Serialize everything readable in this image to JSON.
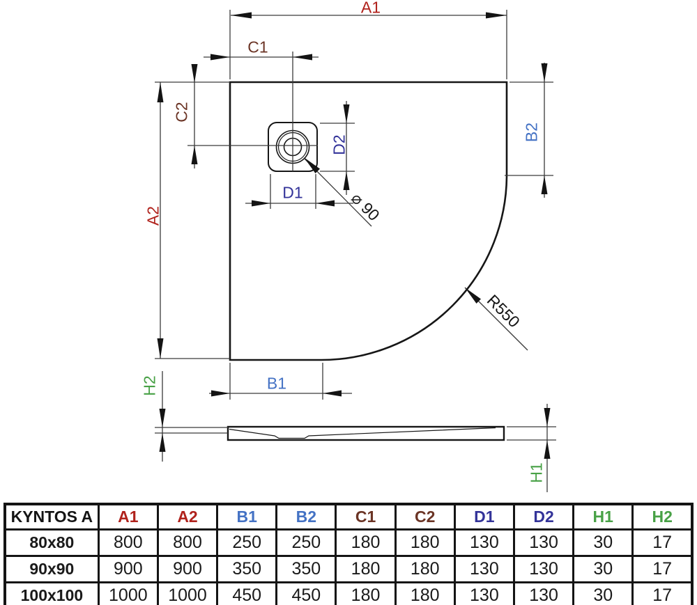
{
  "title": "KYNTOS A quadrant shower tray dimensional drawing",
  "colors": {
    "a": "#b0221c",
    "b": "#4472c4",
    "c": "#6b3425",
    "d": "#333399",
    "h": "#48a146",
    "black": "#141414"
  },
  "plan_labels": {
    "a1": "A1",
    "a2": "A2",
    "b1": "B1",
    "b2": "B2",
    "c1": "C1",
    "c2": "C2",
    "d1": "D1",
    "d2": "D2",
    "diameter": "⌀ 90",
    "radius": "R550"
  },
  "profile_labels": {
    "h1": "H1",
    "h2": "H2"
  },
  "table": {
    "header": [
      {
        "label": "KYNTOS A",
        "color": "#141414"
      },
      {
        "label": "A1",
        "color": "#b0221c"
      },
      {
        "label": "A2",
        "color": "#b0221c"
      },
      {
        "label": "B1",
        "color": "#4472c4"
      },
      {
        "label": "B2",
        "color": "#4472c4"
      },
      {
        "label": "C1",
        "color": "#6b3425"
      },
      {
        "label": "C2",
        "color": "#6b3425"
      },
      {
        "label": "D1",
        "color": "#333399"
      },
      {
        "label": "D2",
        "color": "#333399"
      },
      {
        "label": "H1",
        "color": "#48a146"
      },
      {
        "label": "H2",
        "color": "#48a146"
      }
    ],
    "rows": [
      {
        "model": "80x80",
        "values": [
          "800",
          "800",
          "250",
          "250",
          "180",
          "180",
          "130",
          "130",
          "30",
          "17"
        ]
      },
      {
        "model": "90x90",
        "values": [
          "900",
          "900",
          "350",
          "350",
          "180",
          "180",
          "130",
          "130",
          "30",
          "17"
        ]
      },
      {
        "model": "100x100",
        "values": [
          "1000",
          "1000",
          "450",
          "450",
          "180",
          "180",
          "130",
          "130",
          "30",
          "17"
        ]
      }
    ]
  }
}
